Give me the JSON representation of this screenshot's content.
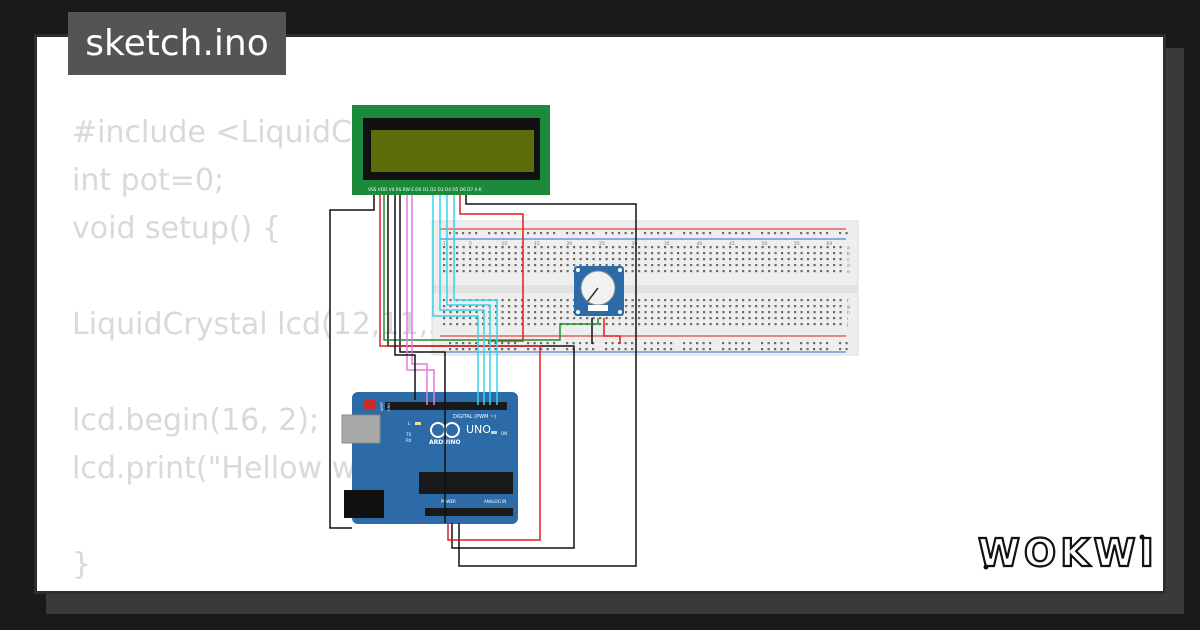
{
  "file_name": "sketch.ino",
  "code_lines": [
    "#include <LiquidCrystal.h>",
    "int pot=0;",
    "void setup() {",
    "",
    "LiquidCrystal lcd(12,11,5,4,3,2);",
    "",
    "lcd.begin(16, 2);",
    "lcd.print(\"Hellow world\");",
    "",
    "}"
  ],
  "brand": "WOKWI",
  "lcd": {
    "pin_labels": "VSS VDD V0 RS RW E D0 D1 D2 D3 D4 D5 D6 D7 A K",
    "screen_color": "#5c6e0a",
    "board_color": "#1c8a3b"
  },
  "arduino": {
    "model": "UNO",
    "brand": "ARDUINO",
    "digital_label": "DIGITAL (PWM ~)",
    "analog_label": "ANALOG IN",
    "power_label": "POWER",
    "aref_label": "AREF",
    "gnd_label": "GND",
    "tx_label": "TX",
    "rx_label": "RX",
    "on_label": "ON",
    "l_label": "L",
    "board_color": "#2c6aa8"
  },
  "breadboard": {
    "column_numbers": [
      "1",
      "5",
      "10",
      "15",
      "20",
      "25",
      "30",
      "35",
      "40",
      "45",
      "50",
      "55",
      "60"
    ],
    "row_letters_top": [
      "a",
      "b",
      "c",
      "d",
      "e"
    ],
    "row_letters_bottom": [
      "f",
      "g",
      "h",
      "i",
      "j"
    ]
  },
  "colors": {
    "wire_black": "#111111",
    "wire_red": "#e21d1d",
    "wire_green": "#1f8f2c",
    "wire_cyan": "#33d5ea",
    "wire_pink": "#e07ce0"
  }
}
